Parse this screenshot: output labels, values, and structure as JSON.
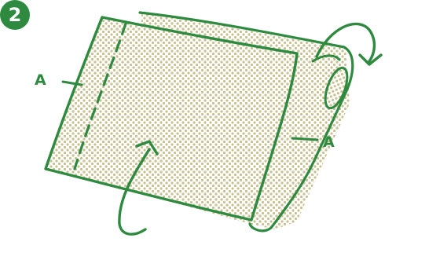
{
  "step": {
    "number": "2",
    "badge_color": "#2e8a3e"
  },
  "labels": {
    "left_edge": "A",
    "right_edge": "A"
  },
  "colors": {
    "line": "#2e8a3e",
    "fabric_dots": "#c9c08f",
    "background": "#ffffff"
  },
  "icons": {
    "top_arrow": "curved-rotate-arrow-icon",
    "bottom_arrow": "curved-rotate-arrow-icon"
  }
}
